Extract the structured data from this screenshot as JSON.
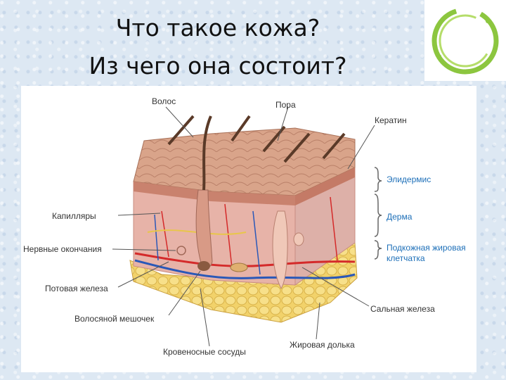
{
  "title": {
    "line1": "Что такое кожа?",
    "line2": "Из чего она состоит?"
  },
  "labels": {
    "hair": "Волос",
    "pore": "Пора",
    "keratin": "Кератин",
    "epidermis": "Элидермис",
    "dermis": "Дерма",
    "subcutaneous_line1": "Подкожная жировая",
    "subcutaneous_line2": "клетчатка",
    "capillaries": "Капилляры",
    "nerve_endings": "Нервные окончания",
    "sweat_gland": "Потовая железа",
    "hair_follicle": "Волосяной мешочек",
    "blood_vessels": "Кровеносные сосуды",
    "fat_lobule": "Жировая долька",
    "sebaceous_gland": "Сальная железа"
  },
  "colors": {
    "skin_surface": "#d9a48a",
    "dermis": "#e7b3a8",
    "fat": "#f2d26a",
    "artery": "#d42a2a",
    "vein": "#2a58b8",
    "logo_green": "#8cc63f",
    "label_blue": "#1d6fb8"
  },
  "icons": {
    "logo": "green-ring-logo"
  }
}
